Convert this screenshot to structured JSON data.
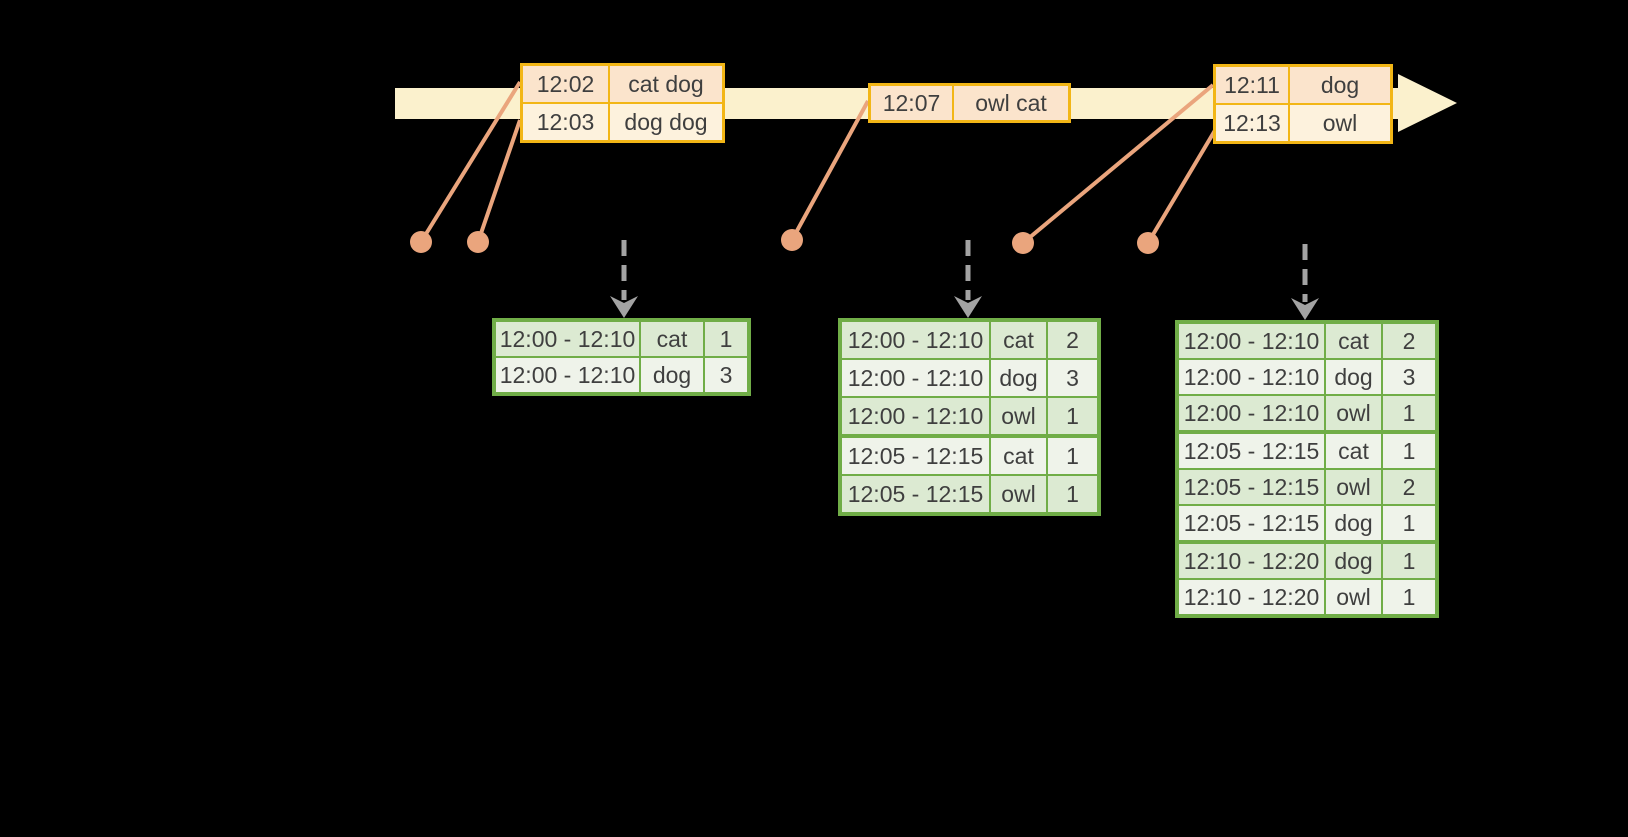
{
  "colors": {
    "background": "#000000",
    "timeline_fill": "#fbf1cd",
    "event_border": "#f2b616",
    "peach_fill": "#fbe4cc",
    "cream_fill": "#fdf2dd",
    "salmon": "#eaa57d",
    "green_border": "#70ad47",
    "green_row_dark": "#dcead2",
    "green_row_light": "#eff3ea",
    "arrow_gray": "#a3a3a3",
    "text": "#3f3f3f"
  },
  "event_tables": [
    {
      "rows": [
        {
          "time": "12:02",
          "words": "cat dog"
        },
        {
          "time": "12:03",
          "words": "dog dog"
        }
      ]
    },
    {
      "rows": [
        {
          "time": "12:07",
          "words": "owl cat"
        }
      ]
    },
    {
      "rows": [
        {
          "time": "12:11",
          "words": "dog"
        },
        {
          "time": "12:13",
          "words": "owl"
        }
      ]
    }
  ],
  "result_tables": [
    {
      "rows": [
        {
          "window": "12:00 - 12:10",
          "word": "cat",
          "count": "1"
        },
        {
          "window": "12:00 - 12:10",
          "word": "dog",
          "count": "3"
        }
      ]
    },
    {
      "rows": [
        {
          "window": "12:00 - 12:10",
          "word": "cat",
          "count": "2"
        },
        {
          "window": "12:00 - 12:10",
          "word": "dog",
          "count": "3"
        },
        {
          "window": "12:00 - 12:10",
          "word": "owl",
          "count": "1"
        },
        {
          "window": "12:05 - 12:15",
          "word": "cat",
          "count": "1"
        },
        {
          "window": "12:05 - 12:15",
          "word": "owl",
          "count": "1"
        }
      ]
    },
    {
      "rows": [
        {
          "window": "12:00 - 12:10",
          "word": "cat",
          "count": "2"
        },
        {
          "window": "12:00 - 12:10",
          "word": "dog",
          "count": "3"
        },
        {
          "window": "12:00 - 12:10",
          "word": "owl",
          "count": "1"
        },
        {
          "window": "12:05 - 12:15",
          "word": "cat",
          "count": "1"
        },
        {
          "window": "12:05 - 12:15",
          "word": "owl",
          "count": "2"
        },
        {
          "window": "12:05 - 12:15",
          "word": "dog",
          "count": "1"
        },
        {
          "window": "12:10 - 12:20",
          "word": "dog",
          "count": "1"
        },
        {
          "window": "12:10 - 12:20",
          "word": "owl",
          "count": "1"
        }
      ]
    }
  ]
}
